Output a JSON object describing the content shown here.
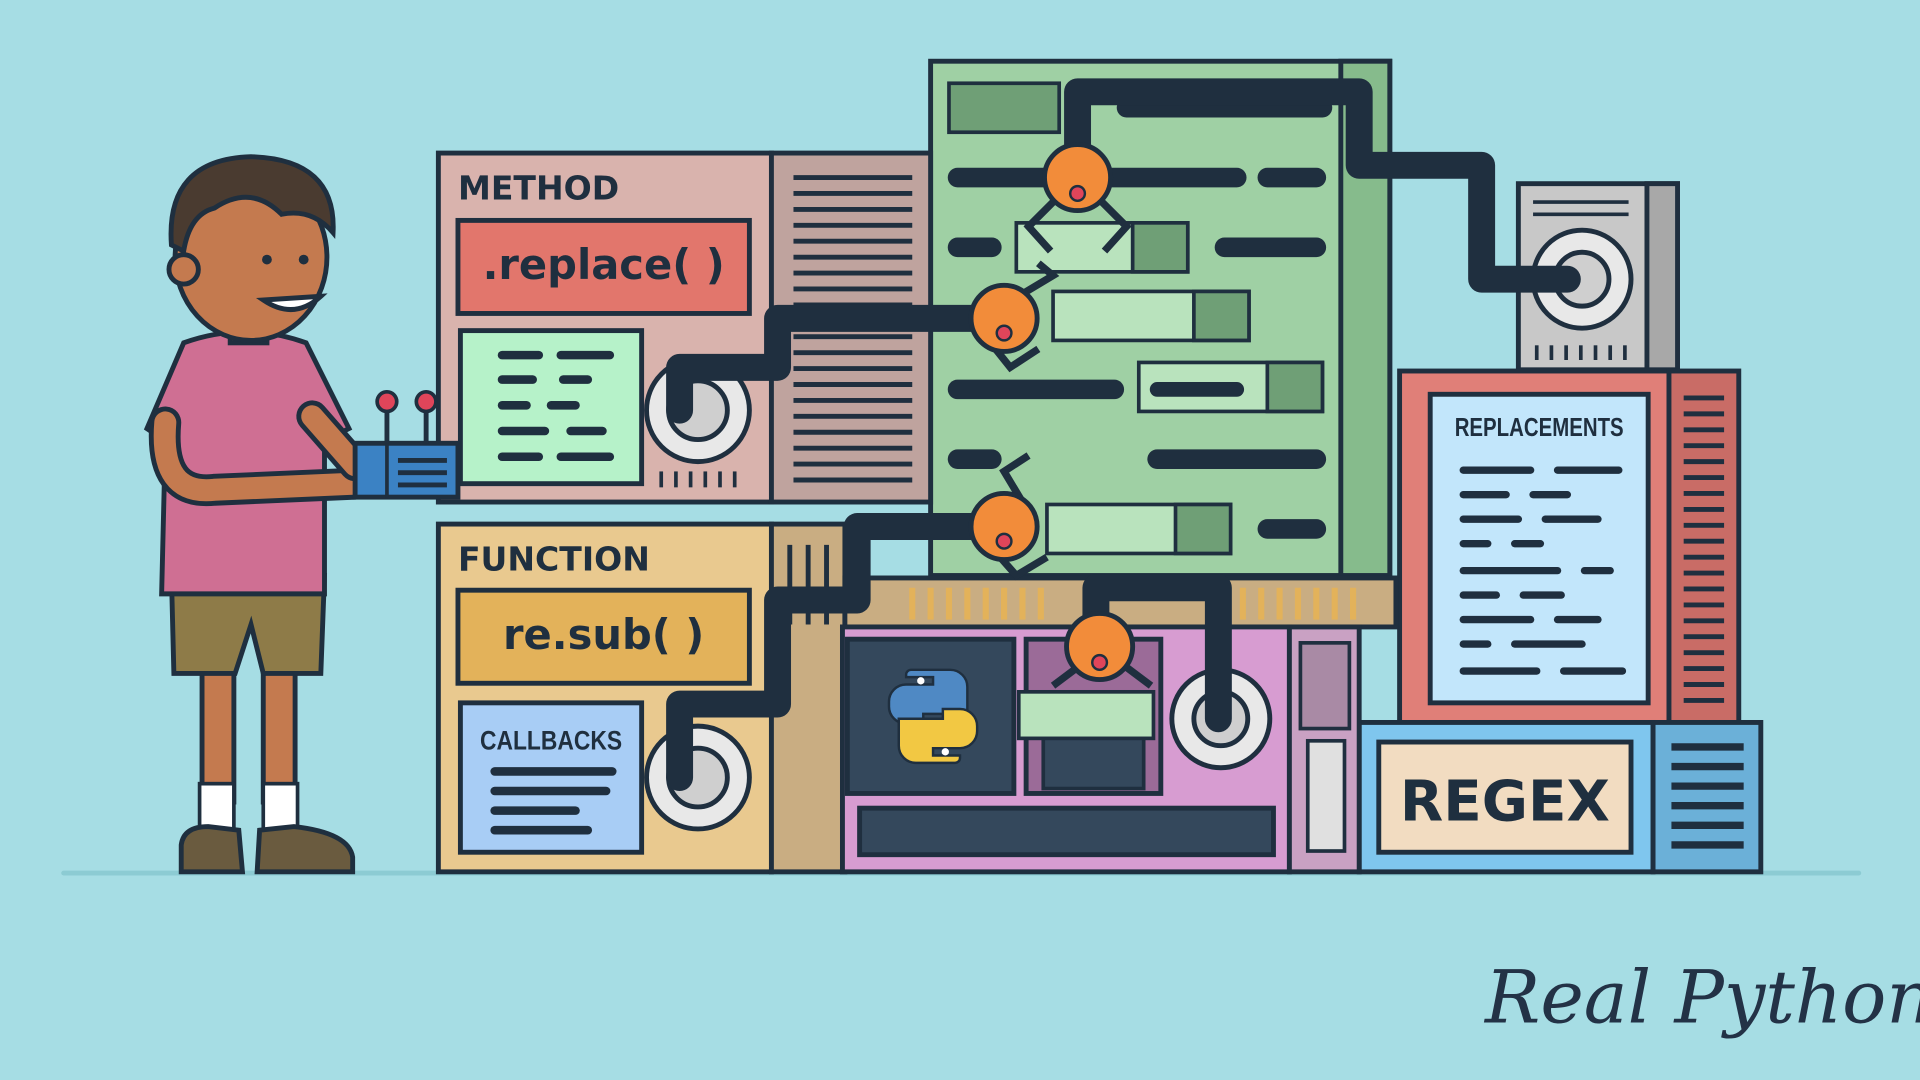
{
  "labels": {
    "method": "METHOD",
    "method_code": ".replace( )",
    "function": "FUNCTION",
    "function_code": "re.sub( )",
    "callbacks": "CALLBACKS",
    "replacements": "REPLACEMENTS",
    "regex": "REGEX"
  },
  "brand": {
    "name": "Real Python"
  },
  "icons": [
    "python-logo-icon",
    "remote-control-icon",
    "spool-icon",
    "claw-grabber-icon"
  ],
  "colors": {
    "background": "#a6dde4",
    "outline": "#1f2f3f",
    "method_panel": "#d9b3ad",
    "method_code_box": "#e2766c",
    "function_panel": "#e9c98f",
    "function_code_box": "#e3b25a",
    "green_panel": "#9fd0a4",
    "purple_panel": "#d79cd1",
    "replacements_panel": "#e07f78",
    "regex_panel": "#7fc6ee",
    "orb": "#f28c3a"
  }
}
